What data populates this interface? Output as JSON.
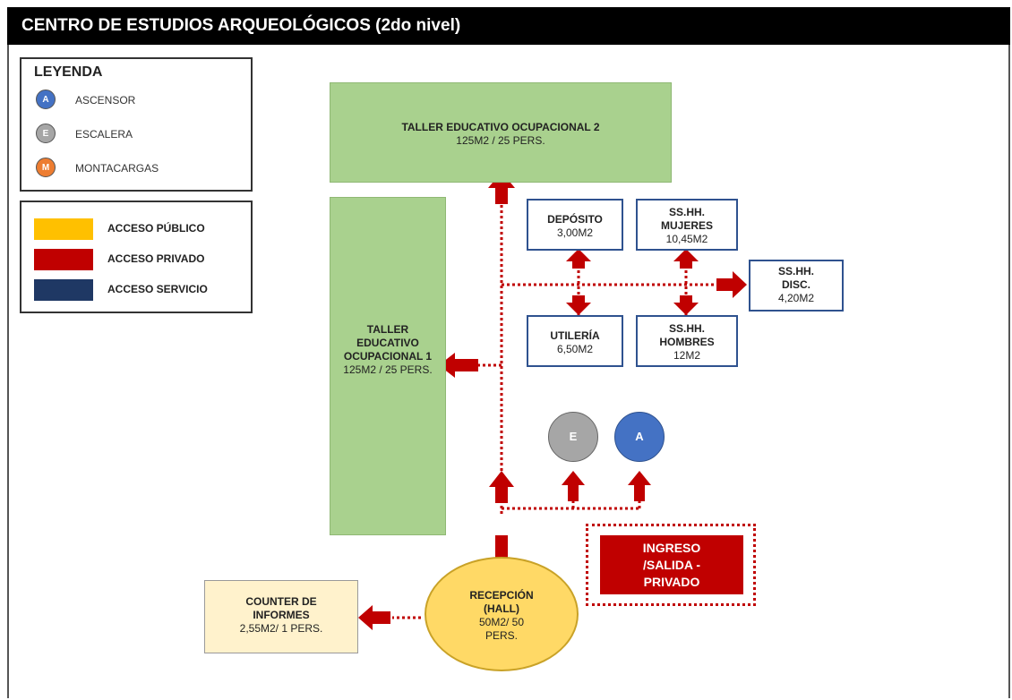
{
  "title": "CENTRO DE ESTUDIOS ARQUEOLÓGICOS (2do nivel)",
  "legend": {
    "title": "LEYENDA",
    "symbols": [
      {
        "letter": "A",
        "label": "ASCENSOR",
        "color": "#4472c4"
      },
      {
        "letter": "E",
        "label": "ESCALERA",
        "color": "#a6a6a6"
      },
      {
        "letter": "M",
        "label": "MONTACARGAS",
        "color": "#ed7d31"
      }
    ],
    "access": [
      {
        "label": "ACCESO PÚBLICO",
        "color": "#ffc000"
      },
      {
        "label": "ACCESO PRIVADO",
        "color": "#c00000"
      },
      {
        "label": "ACCESO SERVICIO",
        "color": "#1f3864"
      }
    ]
  },
  "rooms": {
    "taller2": {
      "name": "TALLER EDUCATIVO OCUPACIONAL 2",
      "area": "125M2 / 25 PERS."
    },
    "taller1": {
      "name": "TALLER EDUCATIVO OCUPACIONAL 1",
      "area": "125M2 / 25 PERS."
    },
    "deposito": {
      "name": "DEPÓSITO",
      "area": "3,00M2"
    },
    "ss_mujeres": {
      "name": "SS.HH. MUJERES",
      "area": "10,45M2"
    },
    "ss_disc": {
      "name": "SS.HH. DISC.",
      "area": "4,20M2"
    },
    "utileria": {
      "name": "UTILERÍA",
      "area": "6,50M2"
    },
    "ss_hombres": {
      "name": "SS.HH. HOMBRES",
      "area": "12M2"
    },
    "recepcion": {
      "name": "RECEPCIÓN (HALL)",
      "area": "50M2/ 50 PERS."
    },
    "counter": {
      "name": "COUNTER DE INFORMES",
      "area": "2,55M2/ 1 PERS."
    }
  },
  "vertical": {
    "stairs": {
      "letter": "E",
      "color": "#a6a6a6"
    },
    "elevator": {
      "letter": "A",
      "color": "#4472c4"
    }
  },
  "ingreso": {
    "label": "INGRESO /SALIDA - PRIVADO"
  },
  "colors": {
    "private_access": "#c00000",
    "green_room": "#a9d18e",
    "room_border": "#2f528f",
    "reception": "#ffd966",
    "counter": "#fff2cc"
  }
}
